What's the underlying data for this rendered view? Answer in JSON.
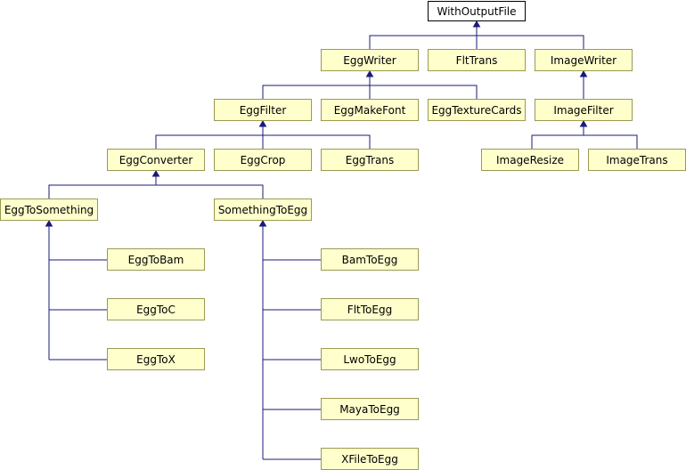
{
  "colors": {
    "node_fill": "#ffffcc",
    "root_fill": "#ffffff",
    "edge": "#1a1a7a"
  },
  "classes": {
    "with_output_file": "WithOutputFile",
    "egg_writer": "EggWriter",
    "flt_trans": "FltTrans",
    "image_writer": "ImageWriter",
    "egg_filter": "EggFilter",
    "egg_make_font": "EggMakeFont",
    "egg_texture_cards": "EggTextureCards",
    "image_filter": "ImageFilter",
    "egg_converter": "EggConverter",
    "egg_crop": "EggCrop",
    "egg_trans": "EggTrans",
    "image_resize": "ImageResize",
    "image_trans": "ImageTrans",
    "egg_to_something": "EggToSomething",
    "something_to_egg": "SomethingToEgg",
    "egg_to_bam": "EggToBam",
    "egg_to_c": "EggToC",
    "egg_to_x": "EggToX",
    "bam_to_egg": "BamToEgg",
    "flt_to_egg": "FltToEgg",
    "lwo_to_egg": "LwoToEgg",
    "maya_to_egg": "MayaToEgg",
    "xfile_to_egg": "XFileToEgg"
  },
  "inheritance": [
    {
      "child": "egg_writer",
      "parent": "with_output_file"
    },
    {
      "child": "flt_trans",
      "parent": "with_output_file"
    },
    {
      "child": "image_writer",
      "parent": "with_output_file"
    },
    {
      "child": "egg_filter",
      "parent": "egg_writer"
    },
    {
      "child": "egg_make_font",
      "parent": "egg_writer"
    },
    {
      "child": "egg_texture_cards",
      "parent": "egg_writer"
    },
    {
      "child": "image_filter",
      "parent": "image_writer"
    },
    {
      "child": "egg_converter",
      "parent": "egg_filter"
    },
    {
      "child": "egg_crop",
      "parent": "egg_filter"
    },
    {
      "child": "egg_trans",
      "parent": "egg_filter"
    },
    {
      "child": "image_resize",
      "parent": "image_filter"
    },
    {
      "child": "image_trans",
      "parent": "image_filter"
    },
    {
      "child": "egg_to_something",
      "parent": "egg_converter"
    },
    {
      "child": "something_to_egg",
      "parent": "egg_converter"
    },
    {
      "child": "egg_to_bam",
      "parent": "egg_to_something"
    },
    {
      "child": "egg_to_c",
      "parent": "egg_to_something"
    },
    {
      "child": "egg_to_x",
      "parent": "egg_to_something"
    },
    {
      "child": "bam_to_egg",
      "parent": "something_to_egg"
    },
    {
      "child": "flt_to_egg",
      "parent": "something_to_egg"
    },
    {
      "child": "lwo_to_egg",
      "parent": "something_to_egg"
    },
    {
      "child": "maya_to_egg",
      "parent": "something_to_egg"
    },
    {
      "child": "xfile_to_egg",
      "parent": "something_to_egg"
    }
  ]
}
